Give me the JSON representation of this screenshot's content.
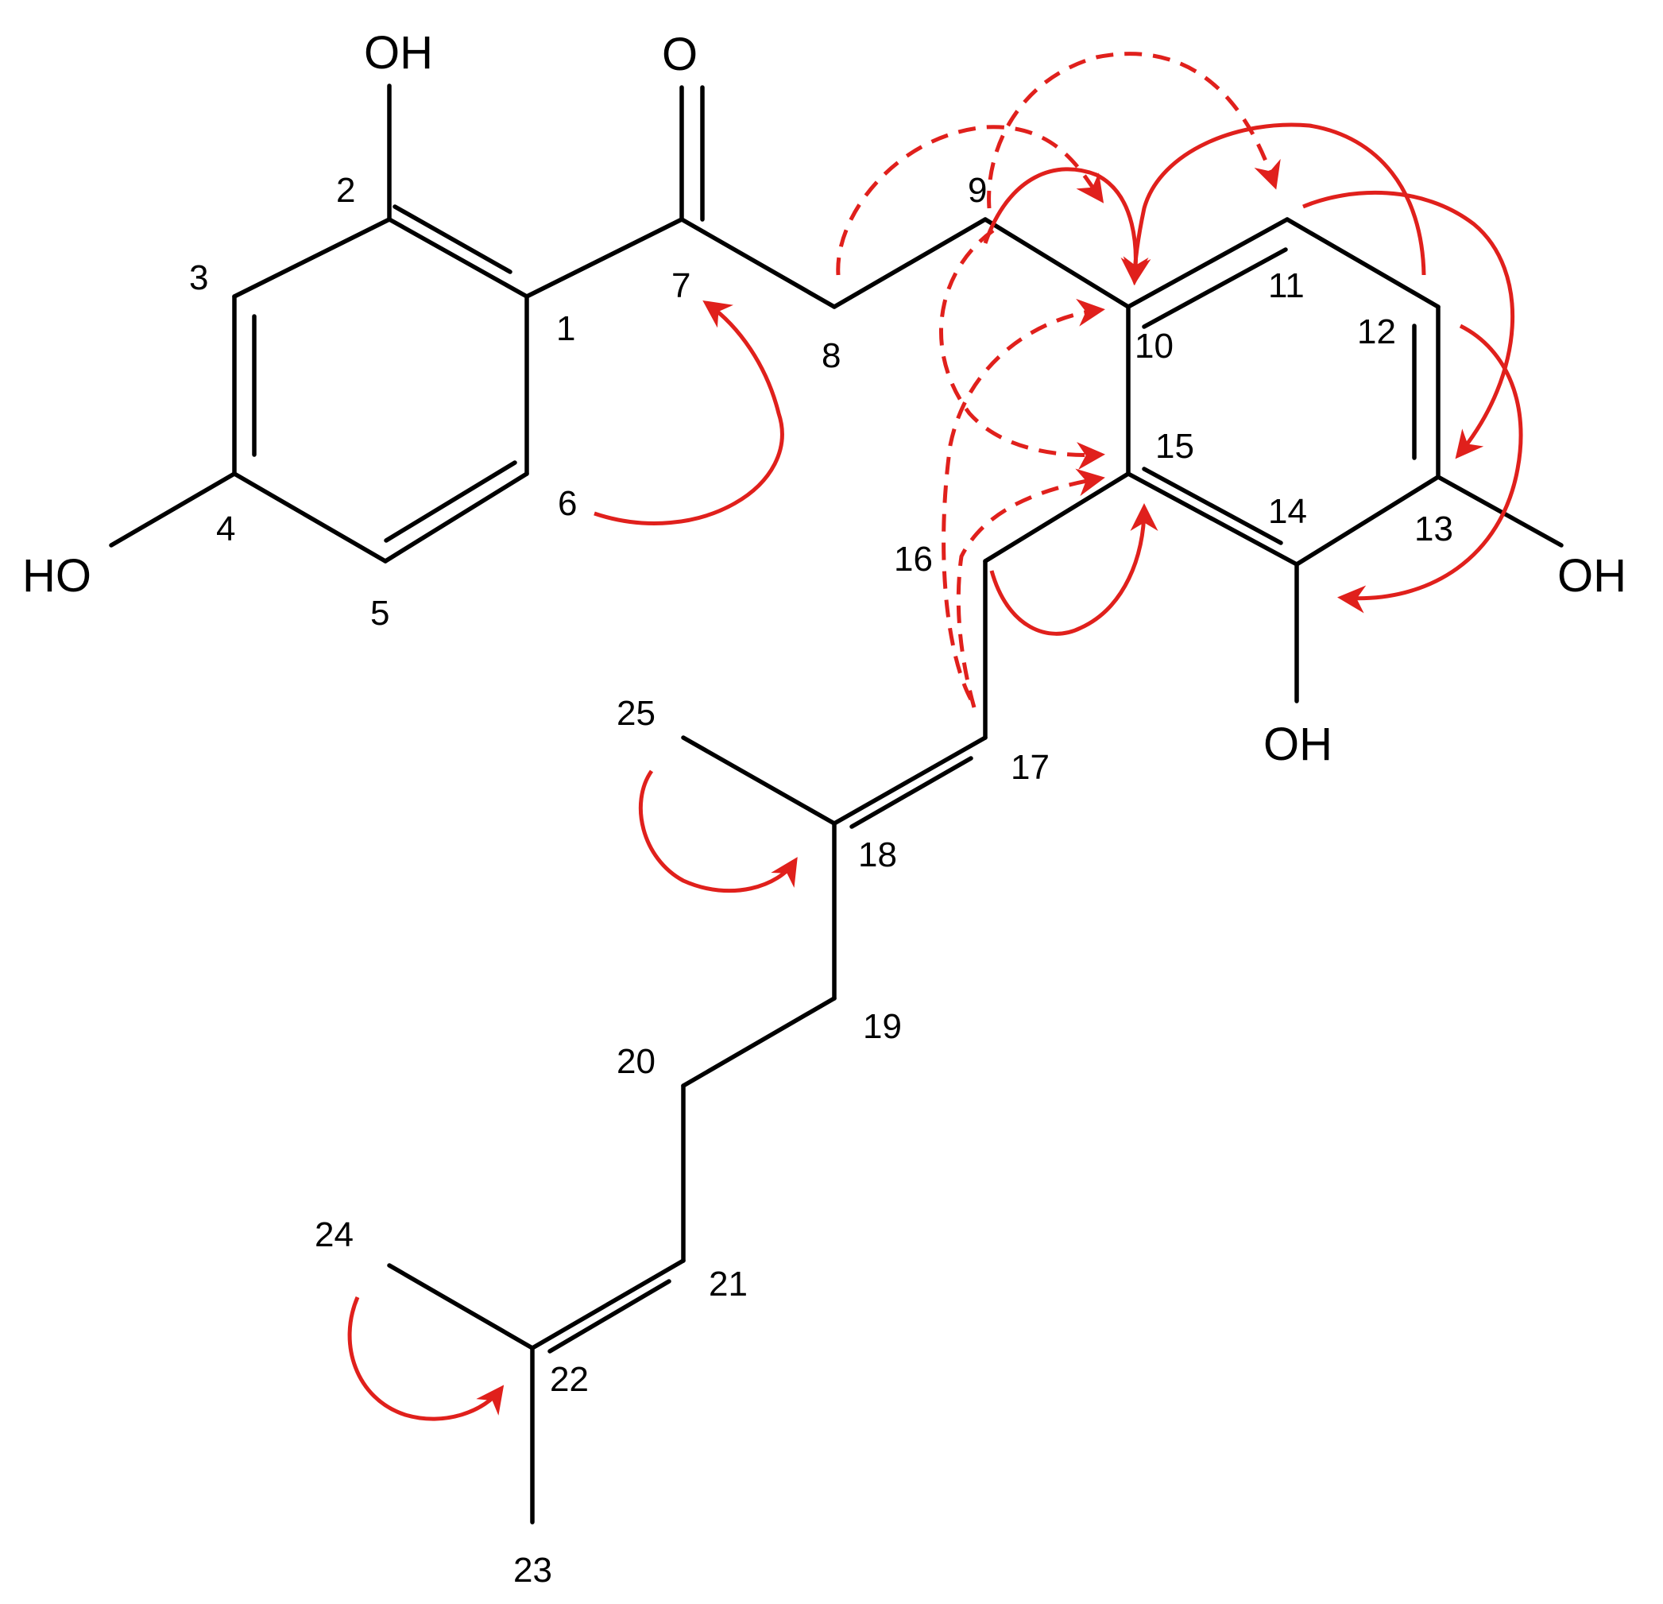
{
  "atom_labels": [
    "1",
    "2",
    "3",
    "4",
    "5",
    "6",
    "7",
    "8",
    "9",
    "10",
    "11",
    "12",
    "13",
    "14",
    "15",
    "16",
    "17",
    "18",
    "19",
    "20",
    "21",
    "22",
    "23",
    "24",
    "25"
  ],
  "group_labels": {
    "oh_2": "OH",
    "o_7": "O",
    "ho_4": "HO",
    "oh_13": "OH",
    "oh_14": "OH"
  },
  "colors": {
    "bond": "#000000",
    "hmbc_arrow": "#e0201c"
  },
  "arrow_styles": {
    "solid": "solid-red-correlation-arrow",
    "dashed": "dashed-red-correlation-arrow"
  }
}
